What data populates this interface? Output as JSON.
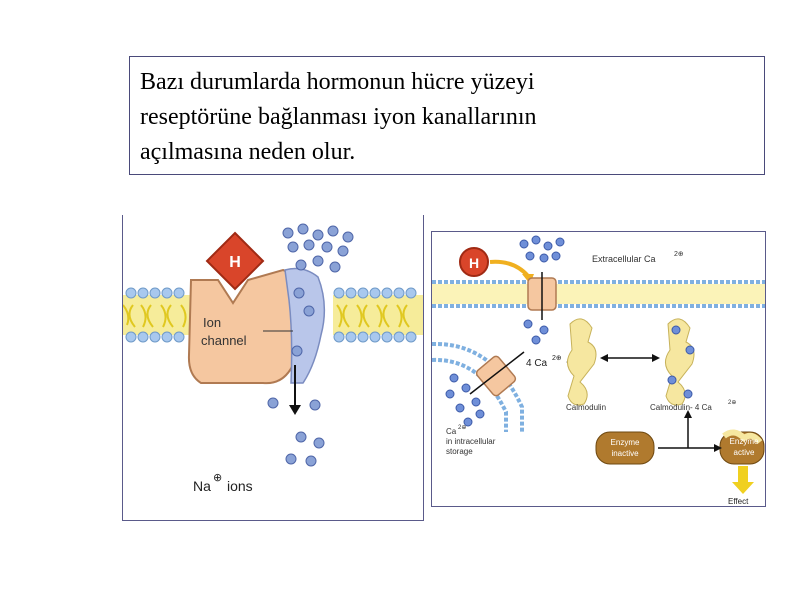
{
  "caption": {
    "line1": "Bazı durumlarda hormonun hücre yüzeyi",
    "line2": "reseptörüne bağlanması iyon kanallarının",
    "line3": "açılmasına neden olur."
  },
  "left_diagram": {
    "hormone": "H",
    "channel_line1": "Ion",
    "channel_line2": "channel",
    "ions_symbol": "Na",
    "ions_charge": "⊕",
    "ions_word": "ions"
  },
  "right_diagram": {
    "hormone": "H",
    "extracellular": "Extracellular Ca",
    "ca_count": "4 Ca",
    "plus": "+",
    "calmodulin": "Calmodulin",
    "calmodulin_complex": "Calmodulin- 4 Ca",
    "charge": "2⊕",
    "storage_ca": "Ca",
    "storage_line1": "in intracellular",
    "storage_line2": "storage",
    "enzyme_inactive_1": "Enzyme",
    "enzyme_inactive_2": "inactive",
    "enzyme_active_1": "Enzyme",
    "enzyme_active_2": "active",
    "effect": "Effect"
  },
  "colors": {
    "ion_blue": "#8aa2d6",
    "protein": "#f5c7a0",
    "hormone_red": "#d9452a",
    "lipid_yellow": "#f0e04a",
    "head_blue": "#9fc4e8"
  }
}
